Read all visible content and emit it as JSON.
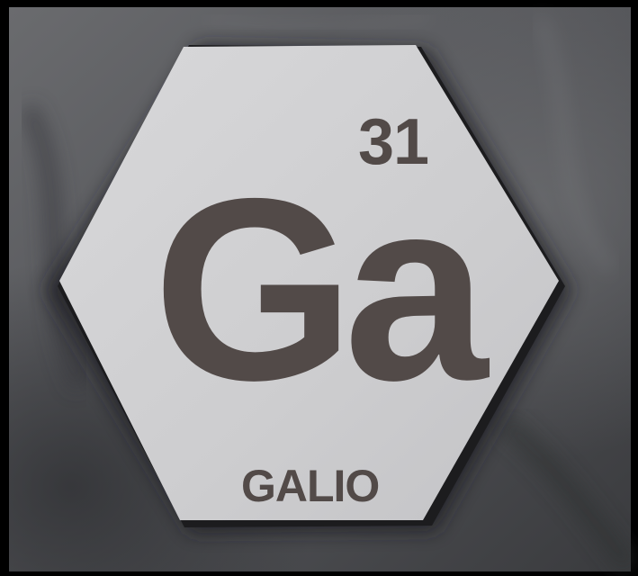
{
  "tile": {
    "atomic_number": "31",
    "symbol": "Ga",
    "name": "GALIO"
  },
  "colors": {
    "tile_face": "#cfcfd1",
    "tile_edge": "#1c1c1e",
    "text": "#524a48",
    "backdrop": "#58595c",
    "frame": "#000000"
  }
}
